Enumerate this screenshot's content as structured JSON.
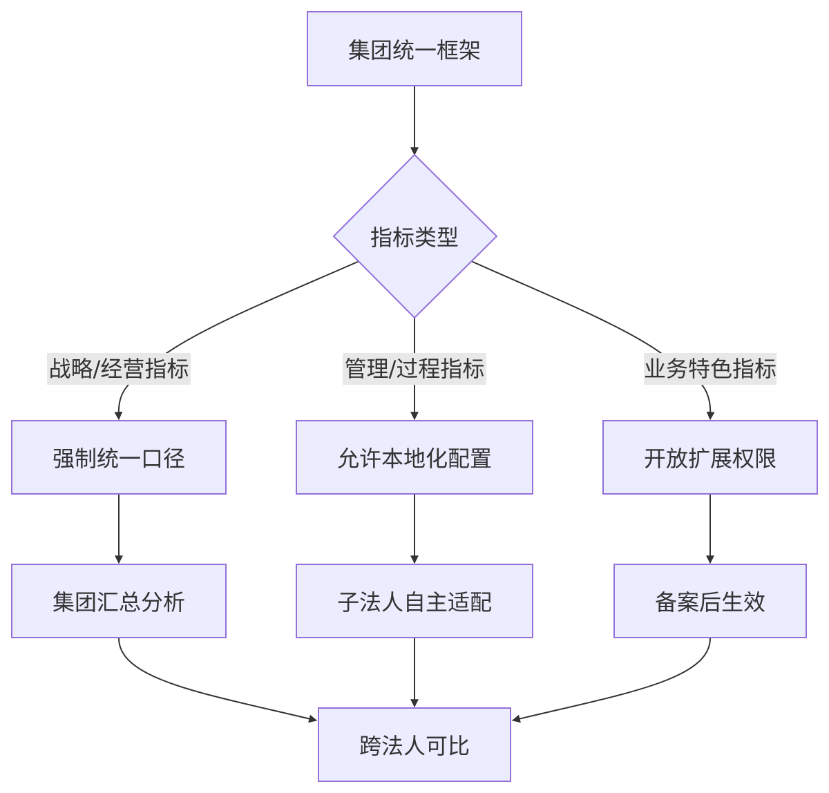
{
  "diagram": {
    "nodes": {
      "framework": "集团统一框架",
      "decision": "指标类型",
      "strategic_action": "强制统一口径",
      "management_action": "允许本地化配置",
      "business_action": "开放扩展权限",
      "strategic_result": "集团汇总分析",
      "management_result": "子法人自主适配",
      "business_result": "备案后生效",
      "final": "跨法人可比"
    },
    "edge_labels": {
      "strategic": "战略/经营指标",
      "management": "管理/过程指标",
      "business": "业务特色指标"
    },
    "colors": {
      "node_fill": "#ececff",
      "node_border": "#9370db",
      "edge_stroke": "#333333",
      "label_background": "#e8e8e8",
      "text": "#333333"
    }
  }
}
